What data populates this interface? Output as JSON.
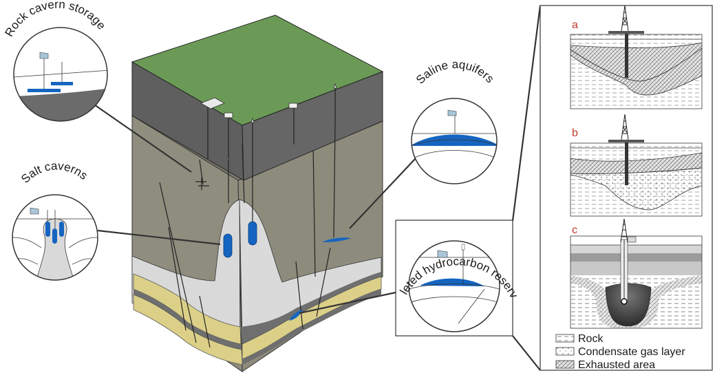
{
  "labels": {
    "rock_cavern": "Rock cavern storage",
    "saline": "Saline aquifers",
    "salt": "Salt caverns",
    "depleted": "Depleted hydrocarbon reservoirs"
  },
  "panels": [
    {
      "letter": "a"
    },
    {
      "letter": "b"
    },
    {
      "letter": "c"
    }
  ],
  "legend": [
    {
      "label": "Rock",
      "pattern": "rock"
    },
    {
      "label": "Condensate gas layer",
      "pattern": "condensate"
    },
    {
      "label": "Exhausted area",
      "pattern": "exhausted"
    }
  ],
  "colors": {
    "surface": "#6b9a57",
    "block_dark": "#636363",
    "block_mid": "#8f8d7e",
    "salt": "#d9d9d9",
    "sand": "#dcd089",
    "storage_blue": "#1565c0"
  }
}
